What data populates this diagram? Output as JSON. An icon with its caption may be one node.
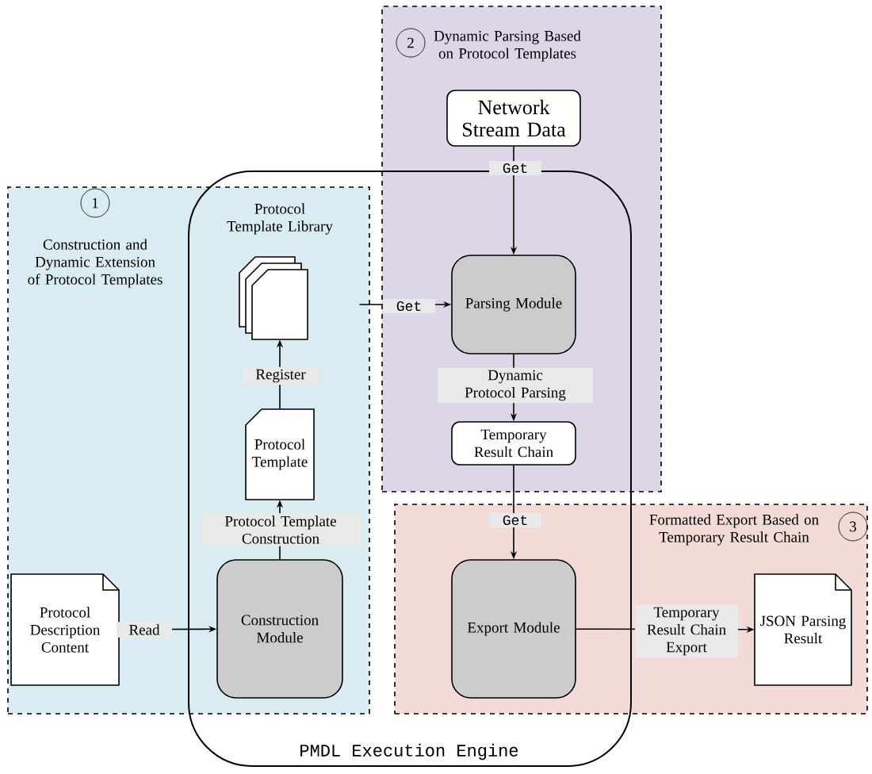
{
  "diagram": {
    "nodes": [
      {
        "text": [
          "Dynamic Parsing Based on Protocol Templates"
        ]
      },
      {
        "text": [
          "2"
        ],
        "in": 0
      },
      {
        "text": [
          "Network Stream Data"
        ],
        "in": 0
      },
      {
        "text": [
          "Construction and Dynamic Extension of Protocol Templates"
        ]
      },
      {
        "text": [
          "1"
        ],
        "in": 3
      },
      {
        "text": [
          "PMDL Execution Engine"
        ]
      },
      {
        "text": [
          "Protocol Template Library"
        ],
        "in": 3
      },
      {
        "text": [
          "Parsing Module"
        ],
        "in": 0
      },
      {
        "text": [
          "Protocol Template"
        ],
        "in": 3
      },
      {
        "text": [
          "Temporary Result Chain"
        ],
        "in": 0
      },
      {
        "text": [
          "Formatted Export Based on Temporary Result Chain"
        ]
      },
      {
        "text": [
          "3"
        ],
        "in": 10
      },
      {
        "text": [
          "Protocol Description Content"
        ],
        "in": 3
      },
      {
        "text": [
          "Construction Module"
        ],
        "in": 3
      },
      {
        "text": [
          "Export Module"
        ],
        "in": 10
      },
      {
        "text": [
          "JSON Parsing Result"
        ],
        "in": 10
      }
    ],
    "edges": [
      {
        "from": 2,
        "to": 7,
        "arrow": "to",
        "label": "Get"
      },
      {
        "from": 6,
        "to": 7,
        "arrow": "to",
        "label": "Get"
      },
      {
        "from": 7,
        "to": 9,
        "arrow": "to",
        "label": "Dynamic Protocol Parsing"
      },
      {
        "from": 9,
        "to": 14,
        "arrow": "to",
        "label": "Get"
      },
      {
        "from": 8,
        "to": 6,
        "arrow": "to",
        "label": "Register"
      },
      {
        "from": 13,
        "to": 8,
        "arrow": "to",
        "label": "Protocol Template Construction"
      },
      {
        "from": 12,
        "to": 13,
        "arrow": "to",
        "label": "Read"
      },
      {
        "from": 14,
        "to": 15,
        "arrow": "to",
        "label": "Temporary Result Chain Export"
      }
    ]
  }
}
